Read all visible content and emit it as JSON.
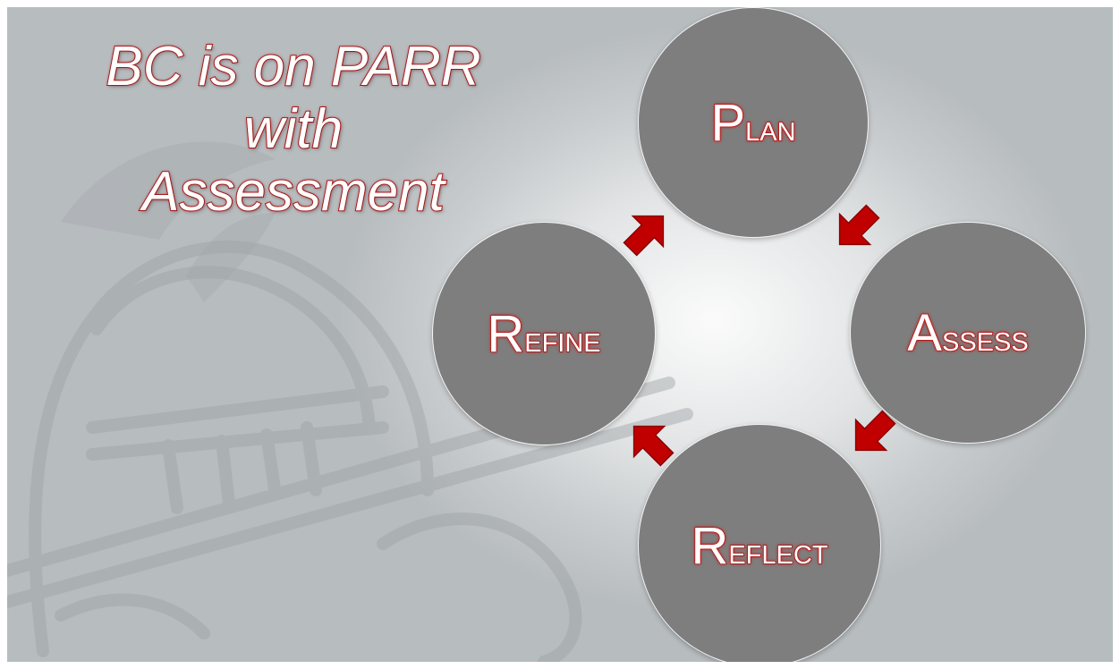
{
  "title": {
    "line1": "BC is on PARR",
    "line2": "with",
    "line3": "Assessment"
  },
  "cycle": [
    {
      "initial": "P",
      "rest": "LAN"
    },
    {
      "initial": "A",
      "rest": "SSESS"
    },
    {
      "initial": "R",
      "rest": "EFLECT"
    },
    {
      "initial": "R",
      "rest": "EFINE"
    }
  ],
  "colors": {
    "circle_fill": "#7e7e7e",
    "arrow": "#c00000",
    "text_outline": "#b01515"
  },
  "icons": [
    "knight-helmet-watermark",
    "cycle-arrow"
  ]
}
